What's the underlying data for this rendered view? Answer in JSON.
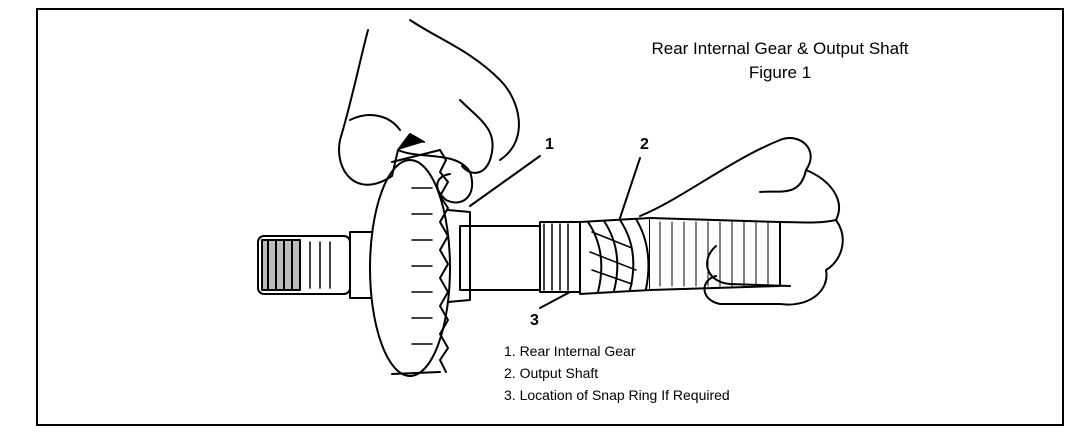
{
  "figure": {
    "title": "Rear Internal Gear & Output Shaft",
    "subtitle": "Figure 1"
  },
  "callouts": [
    {
      "number": "1"
    },
    {
      "number": "2"
    },
    {
      "number": "3"
    }
  ],
  "legend": [
    "1. Rear Internal Gear",
    "2. Output Shaft",
    "3. Location of Snap Ring If Required"
  ]
}
